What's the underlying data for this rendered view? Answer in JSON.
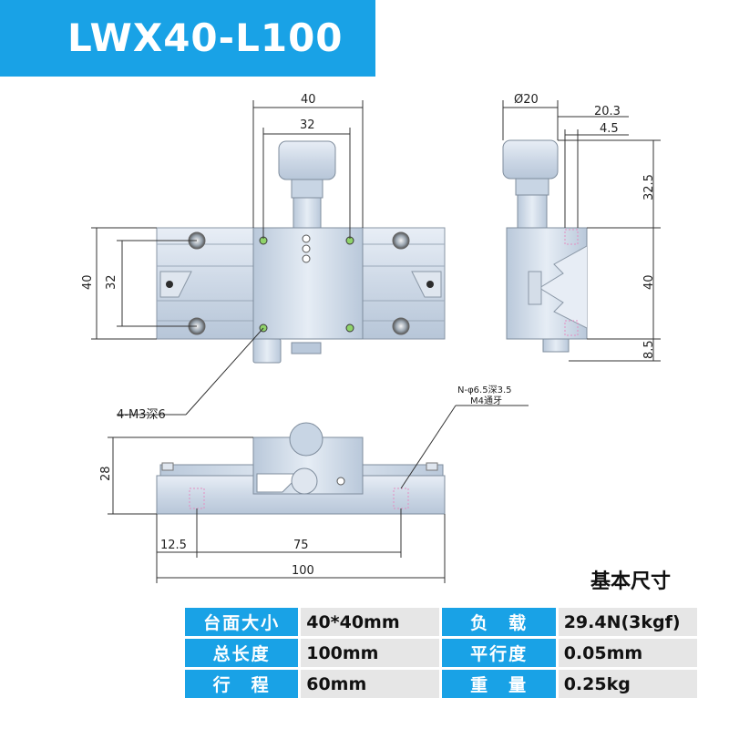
{
  "title": "LWX40-L100",
  "dimensions": {
    "top_width_outer": "40",
    "top_width_inner": "32",
    "left_height_outer": "40",
    "left_height_inner": "32",
    "side_diameter": "Ø20",
    "side_offset_1": "20.3",
    "side_offset_2": "4.5",
    "side_height_1": "32.5",
    "side_height_2": "40",
    "side_height_3": "8.5",
    "front_height": "28",
    "bottom_offset": "12.5",
    "bottom_pitch": "75",
    "bottom_total": "100"
  },
  "callouts": {
    "tapped_holes": "4-M3深6",
    "counterbore_line1": "N-φ6.5深3.5",
    "counterbore_line2": "M4通牙"
  },
  "specs": {
    "heading": "基本尺寸",
    "rows": [
      {
        "label1": "台面大小",
        "value1": "40*40mm",
        "label2": "负　载",
        "value2": "29.4N(3kgf)"
      },
      {
        "label1": "总长度",
        "value1": "100mm",
        "label2": "平行度",
        "value2": "0.05mm"
      },
      {
        "label1": "行　程",
        "value1": "60mm",
        "label2": "重　量",
        "value2": "0.25kg"
      }
    ]
  },
  "colors": {
    "brand_blue": "#19a2e6",
    "body_metal": "#cfd9e6",
    "knob_metal": "#c4d4e6",
    "table_value_bg": "#e6e6e6"
  }
}
